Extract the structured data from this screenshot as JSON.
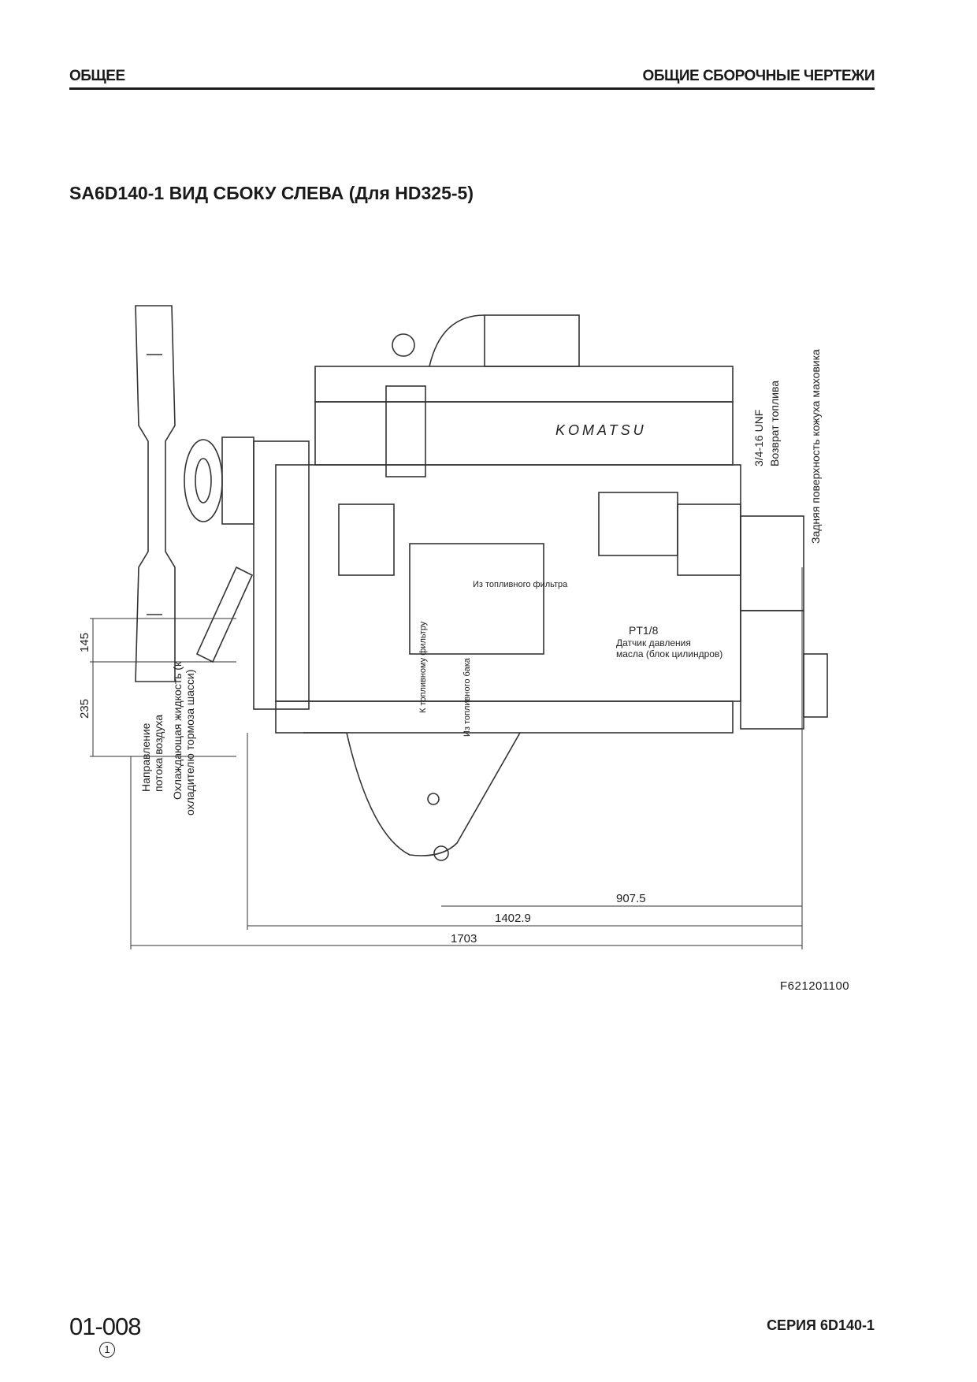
{
  "header": {
    "left": "ОБЩЕЕ",
    "right": "ОБЩИЕ СБОРОЧНЫЕ ЧЕРТЕЖИ"
  },
  "title": "SA6D140-1 ВИД СБОКУ СЛЕВА (Для HD325-5)",
  "drawing": {
    "brand": "KOMATSU",
    "labels": {
      "return_fuel": "Возврат топлива",
      "unf": "3/4-16 UNF",
      "flywheel_surface": "Задняя поверхность кожуха маховика",
      "from_fuel_filter": "Из топливного фильтра",
      "to_fuel_filter": "К топливному фильтру",
      "from_fuel_tank": "Из топливного бака",
      "pt": "PT1/8",
      "oil_sensor_line1": "Датчик давления",
      "oil_sensor_line2": "масла (блок цилиндров)",
      "air_flow_line1": "Направление",
      "air_flow_line2": "потока воздуха",
      "coolant_line1": "Охлаждающая жидкость (к",
      "coolant_line2": "охладителю тормоза шасси)"
    },
    "dimensions": {
      "d145": "145",
      "d235": "235",
      "d907": "907.5",
      "d1402": "1402.9",
      "d1703": "1703"
    }
  },
  "figure_code": "F621201100",
  "footer": {
    "page": "01-008",
    "revision": "1",
    "series": "СЕРИЯ 6D140-1"
  }
}
